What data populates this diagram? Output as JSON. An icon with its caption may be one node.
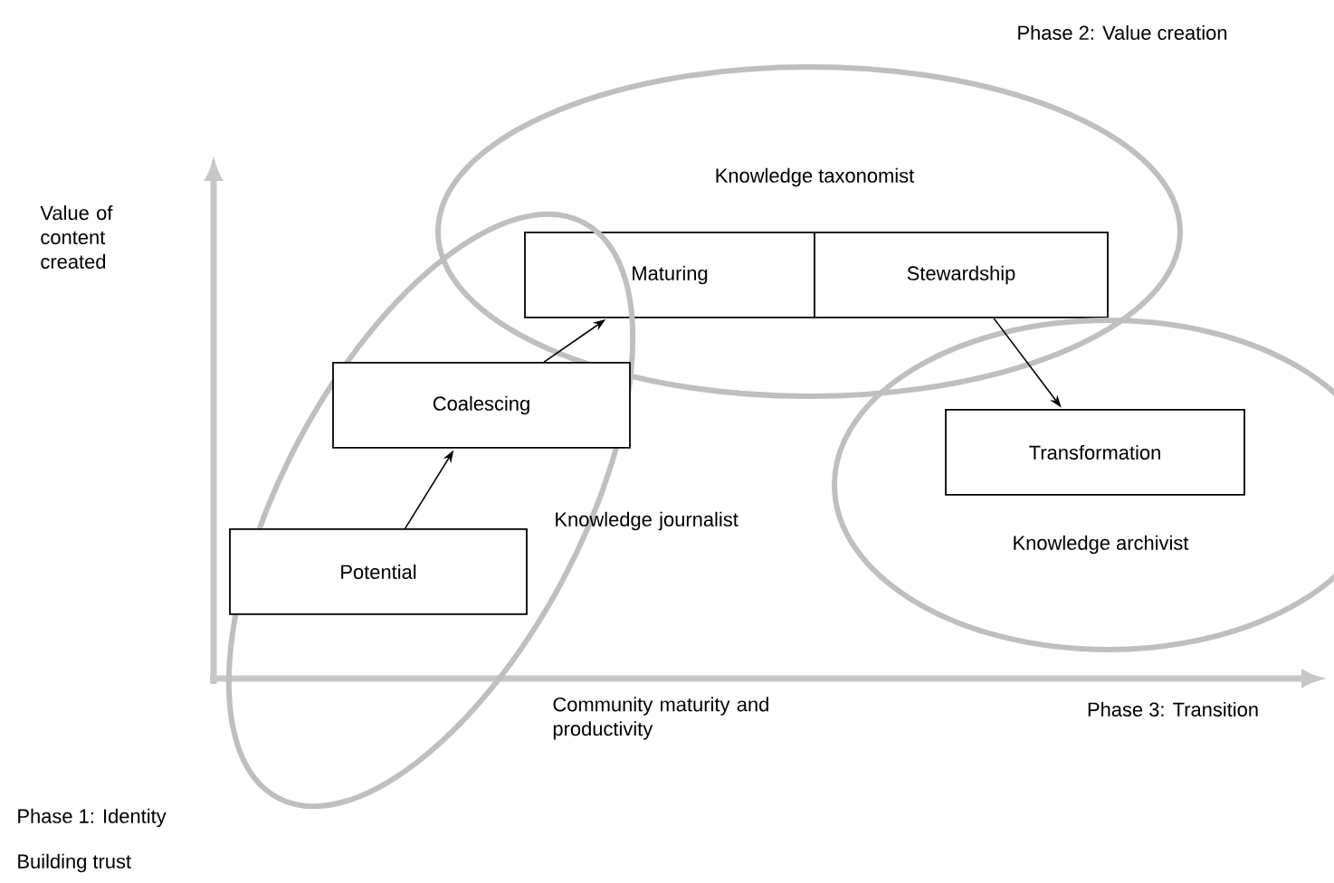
{
  "diagram": {
    "nodes": [
      {
        "text": [
          "Knowledge taxonomist"
        ],
        "beside": [
          "Phase 2: Value creation"
        ]
      },
      {
        "text": [
          "Maturing"
        ],
        "in": 0
      },
      {
        "text": [
          "Stewardship"
        ],
        "in": 0
      },
      {
        "text": [
          "Knowledge journalist"
        ],
        "beside": [
          "Phase 1: Identity",
          "Building trust"
        ]
      },
      {
        "text": [
          "Coalescing"
        ],
        "in": 3
      },
      {
        "text": [
          "Knowledge archivist"
        ],
        "beside": [
          "Phase 3: Transition"
        ]
      },
      {
        "text": [
          "Transformation"
        ],
        "in": 5
      },
      {
        "text": [
          "Potential"
        ],
        "in": 3
      }
    ],
    "edges": [
      {
        "from": 7,
        "to": 4,
        "arrow": "to"
      },
      {
        "from": 4,
        "to": 1,
        "arrow": "to"
      },
      {
        "from": 2,
        "to": 6,
        "arrow": "to"
      }
    ],
    "labels": [
      "Value of content created",
      "Community maturity and productivity"
    ]
  }
}
